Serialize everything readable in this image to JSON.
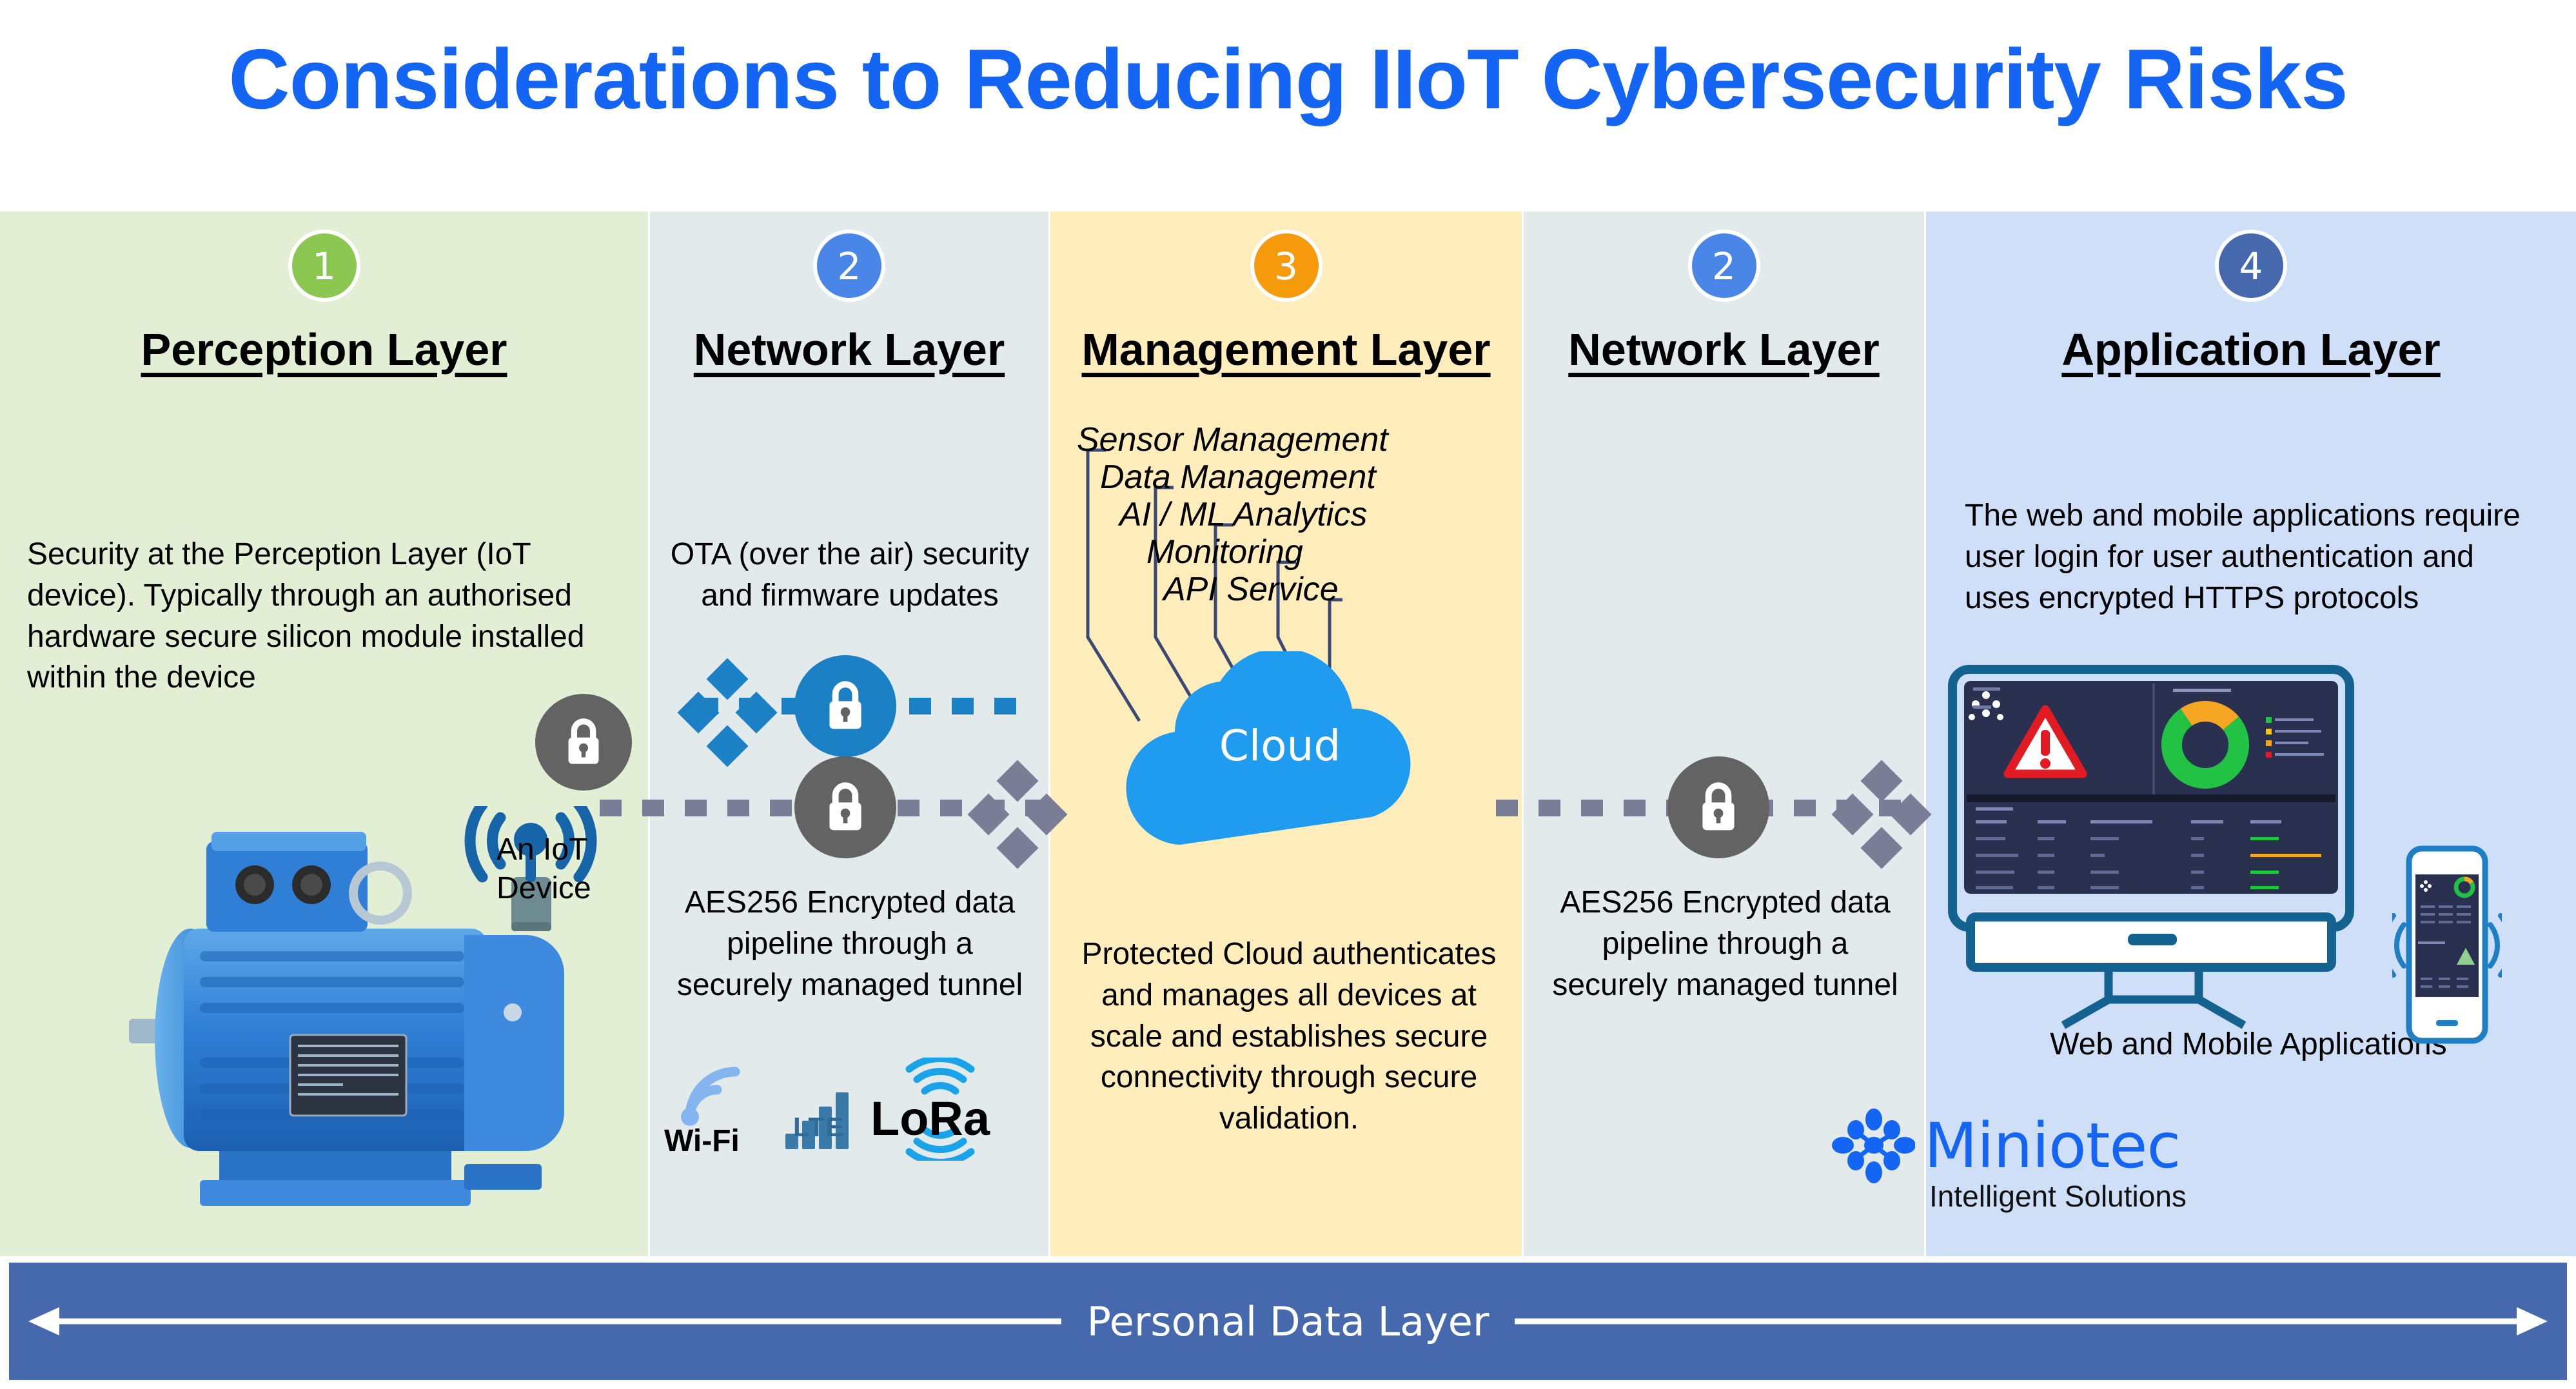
{
  "title": "Considerations to Reducing IIoT Cybersecurity Risks",
  "colors": {
    "title": "#1565f5",
    "badge_perception": "#8cc751",
    "badge_network": "#4a86e8",
    "badge_management": "#f59b0b",
    "badge_application": "#4668ad",
    "band_perception": "#e2efd4",
    "band_network": "#e2eaec",
    "band_management": "#ffeebb",
    "band_application": "#cfdff8",
    "banner": "#4668ad",
    "cloud": "#1f9bf0",
    "lock_blue": "#1b7fc4",
    "lock_grey": "#636363",
    "dash_blue": "#1b80c4",
    "dash_grey": "#7a7d96",
    "brand": "#1565f5"
  },
  "columns": [
    {
      "number": "1",
      "title": "Perception Layer",
      "description": "Security at the Perception Layer (IoT device). Typically through an authorised hardware secure silicon module installed within the device",
      "device_label": "An IoT Device"
    },
    {
      "number": "2",
      "title": "Network Layer",
      "ota_text": "OTA (over the air) security and firmware updates",
      "aes_text": "AES256 Encrypted data pipeline through a securely managed tunnel",
      "radios": [
        {
          "name": "wifi-icon",
          "label": "Wi-Fi"
        },
        {
          "name": "lte-icon",
          "label": "LTE"
        },
        {
          "name": "lora-icon",
          "label": "LoRa"
        }
      ]
    },
    {
      "number": "3",
      "title": "Management Layer",
      "callouts": [
        "Sensor Management",
        "Data Management",
        "AI / ML Analytics",
        "Monitoring",
        "API Service"
      ],
      "cloud_label": "Cloud",
      "description": "Protected Cloud authenticates and manages all devices at scale and establishes secure connectivity through secure validation."
    },
    {
      "number": "2",
      "title": "Network Layer",
      "aes_text": "AES256 Encrypted data pipeline through a securely managed tunnel"
    },
    {
      "number": "4",
      "title": "Application Layer",
      "description": "The web and mobile applications require user login for user authentication and uses encrypted HTTPS protocols",
      "device_label": "Web and Mobile Applications"
    }
  ],
  "banner": {
    "label": "Personal Data Layer"
  },
  "logo": {
    "name": "Miniotec",
    "tagline": "Intelligent Solutions"
  }
}
